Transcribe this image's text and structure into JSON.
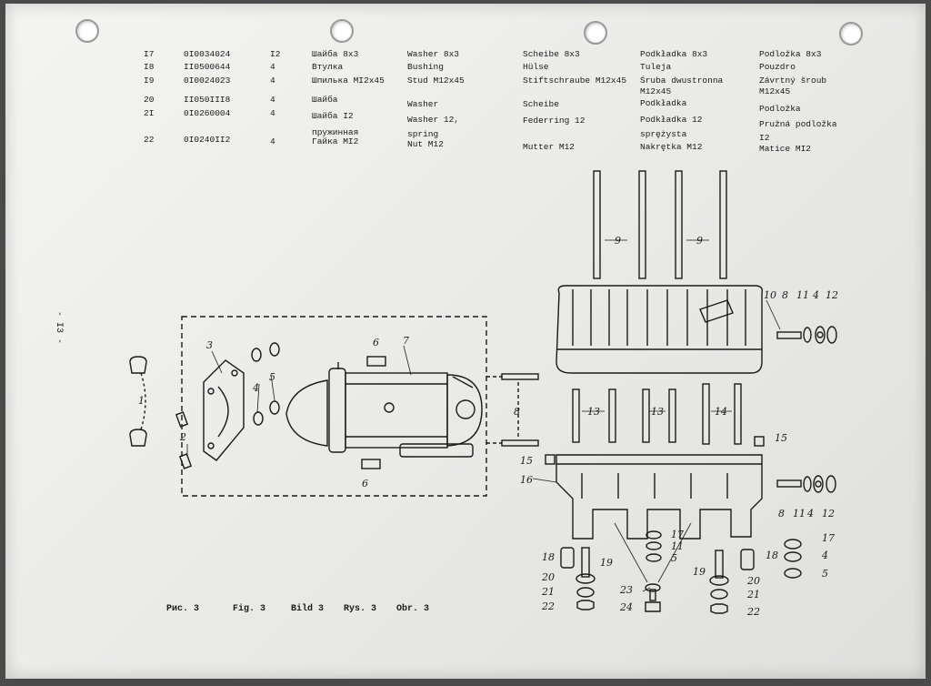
{
  "page_number": "- I3 -",
  "parts": [
    {
      "no": "I7",
      "code": "0I0034024",
      "qty": "I2",
      "ru": "Шайба 8х3",
      "en": "Washer 8x3",
      "de": "Scheibe 8x3",
      "pl": "Podkładka 8x3",
      "cs": "Podložka 8x3"
    },
    {
      "no": "I8",
      "code": "II0500644",
      "qty": "4",
      "ru": "Втулка",
      "en": "Bushing",
      "de": "Hülse",
      "pl": "Tuleja",
      "cs": "Pouzdro"
    },
    {
      "no": "I9",
      "code": "0I0024023",
      "qty": "4",
      "ru": "Шпилька МI2х45",
      "en": "Stud M12x45",
      "de": "Stiftschraube M12x45",
      "pl": "Śruba dwustronna M12x45",
      "cs": "Závrtný šroub M12x45"
    },
    {
      "no": "20",
      "code": "II050III8",
      "qty": "4",
      "ru": "Шайба",
      "en": "Washer",
      "de": "Scheibe",
      "pl": "Podkładka",
      "cs": "Podložka"
    },
    {
      "no": "2I",
      "code": "0I0260004",
      "qty": "4",
      "ru": "Шайба I2 пружинная",
      "en": "Washer 12, spring",
      "de": "Federring 12",
      "pl": "Podkładka 12 sprężysta",
      "cs": "Pružná podložka I2"
    },
    {
      "no": "22",
      "code": "0I0240II2",
      "qty": "4",
      "ru": "Гайка МI2",
      "en": "Nut M12",
      "de": "Mutter M12",
      "pl": "Nakrętka M12",
      "cs": "Matice MI2"
    }
  ],
  "captions": [
    "Рис. 3",
    "Fig. 3",
    "Bild 3",
    "Rys. 3",
    "Obr. 3"
  ],
  "callouts": [
    "1",
    "2",
    "3",
    "4",
    "5",
    "6",
    "6",
    "7",
    "8",
    "9",
    "9",
    "10",
    "8",
    "11",
    "4",
    "12",
    "13",
    "13",
    "14",
    "15",
    "15",
    "16",
    "17",
    "11",
    "5",
    "18",
    "19",
    "20",
    "21",
    "22",
    "23",
    "24",
    "19",
    "20",
    "21",
    "22",
    "18",
    "17",
    "4",
    "5",
    "8",
    "11",
    "4",
    "12"
  ]
}
